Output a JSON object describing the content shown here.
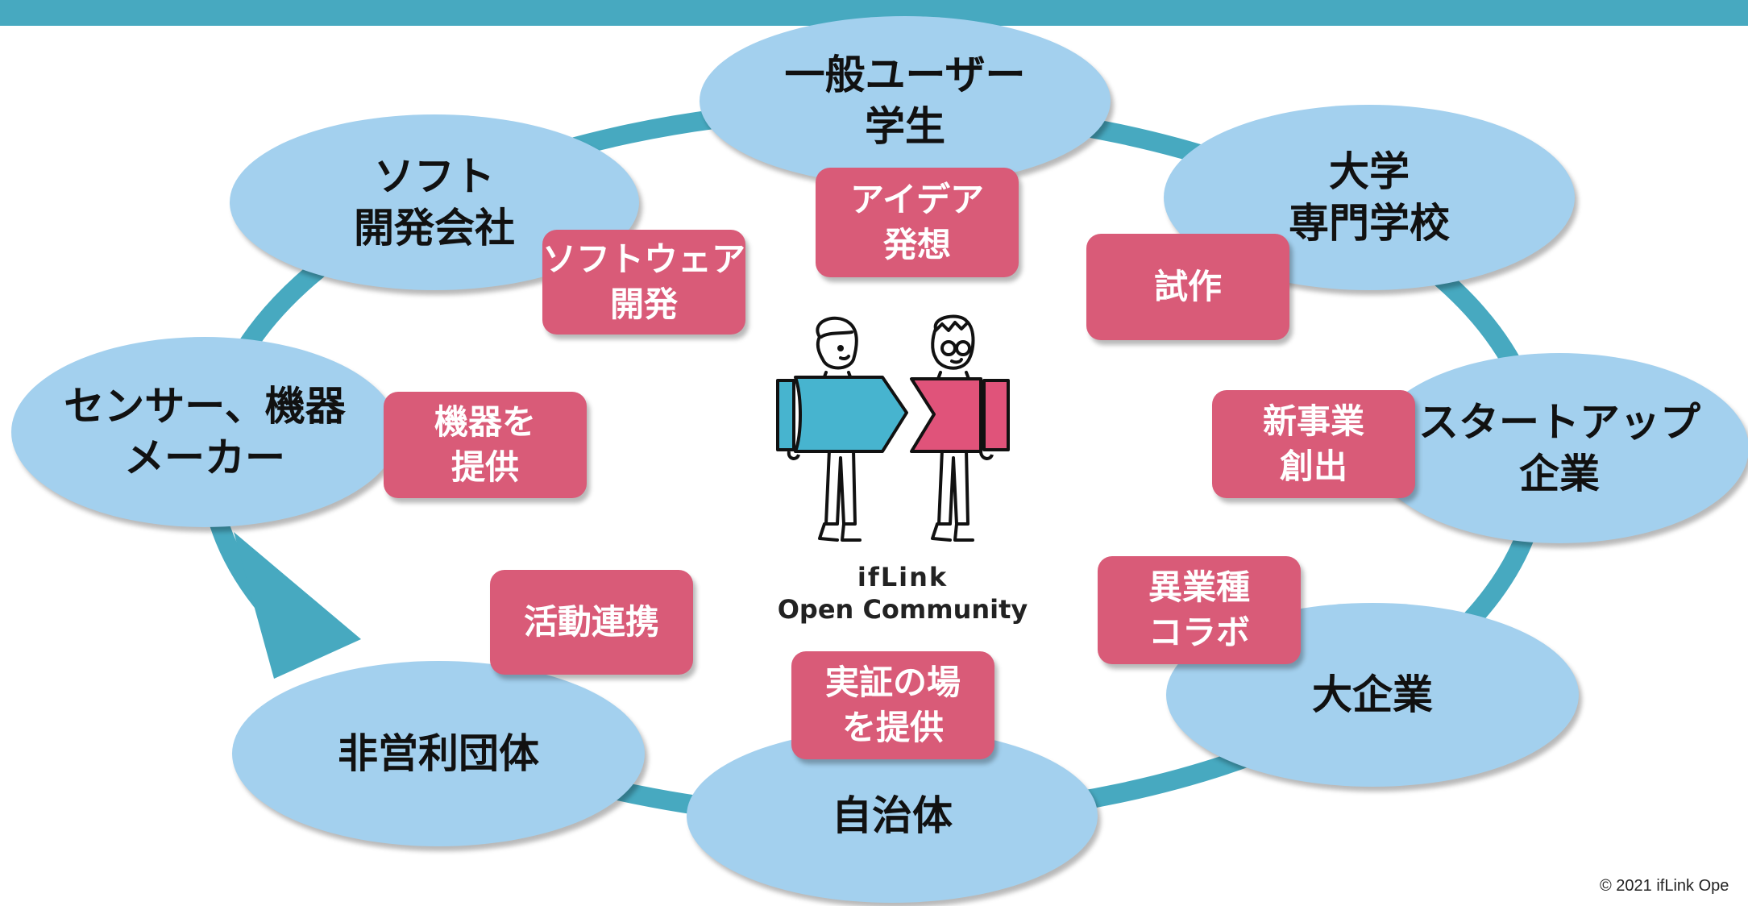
{
  "nodes": {
    "general_users": {
      "lines": [
        "一般ユーザー",
        "学生"
      ]
    },
    "software_company": {
      "lines": [
        "ソフト",
        "開発会社"
      ]
    },
    "university": {
      "lines": [
        "大学",
        "専門学校"
      ]
    },
    "sensor_maker": {
      "lines": [
        "センサー、機器",
        "メーカー"
      ]
    },
    "startup": {
      "lines": [
        "スタートアップ",
        "企業"
      ]
    },
    "nonprofit": {
      "lines": [
        "非営利団体"
      ]
    },
    "large_company": {
      "lines": [
        "大企業"
      ]
    },
    "municipality": {
      "lines": [
        "自治体"
      ]
    }
  },
  "tags": {
    "idea": {
      "lines": [
        "アイデア",
        "発想"
      ]
    },
    "software_dev": {
      "lines": [
        "ソフトウェア",
        "開発"
      ]
    },
    "prototype": {
      "lines": [
        "試作"
      ]
    },
    "devices": {
      "lines": [
        "機器を",
        "提供"
      ]
    },
    "new_business": {
      "lines": [
        "新事業",
        "創出"
      ]
    },
    "activity": {
      "lines": [
        "活動連携"
      ]
    },
    "collab": {
      "lines": [
        "異業種",
        "コラボ"
      ]
    },
    "field": {
      "lines": [
        "実証の場",
        "を提供"
      ]
    }
  },
  "logo": {
    "line1": "ifLink",
    "line2": "Open Community"
  },
  "copyright": "© 2021 ifLink Ope",
  "colors": {
    "topbar": "#47a9c0",
    "ring": "#47a9c0",
    "node": "#a3d0ee",
    "tag": "#d95b78",
    "figure_cyan": "#47b4cf",
    "figure_pink": "#e0537a"
  }
}
